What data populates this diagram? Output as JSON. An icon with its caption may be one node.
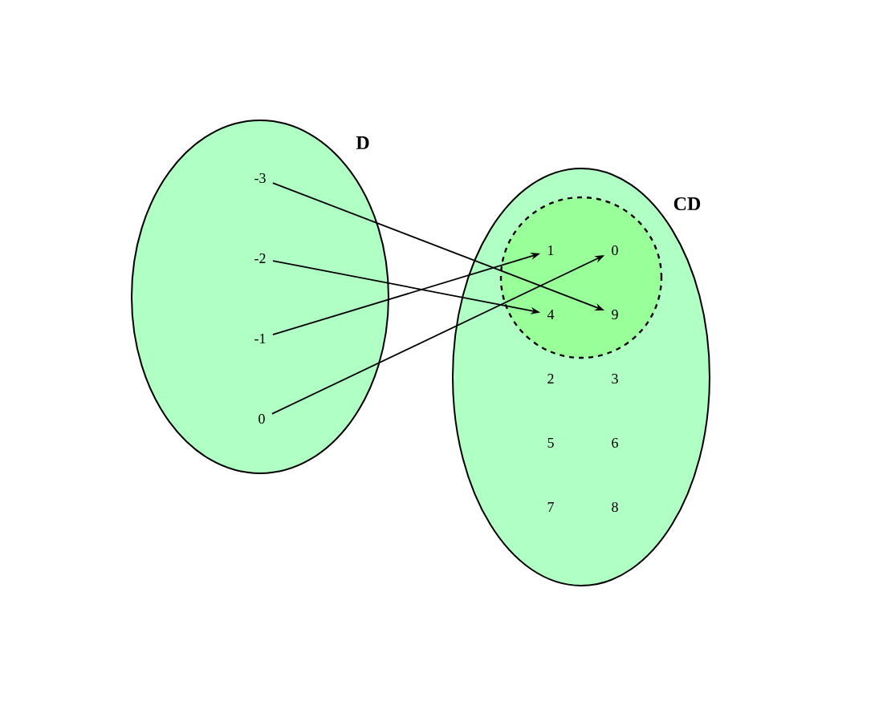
{
  "diagram": {
    "nodes": [
      {
        "text": [
          "D"
        ]
      },
      {
        "text": [
          "-3"
        ],
        "in": 0
      },
      {
        "text": [
          "-2"
        ],
        "in": 0
      },
      {
        "text": [
          "-1"
        ],
        "in": 0
      },
      {
        "text": [
          "0"
        ],
        "in": 0
      },
      {
        "text": [
          "CD"
        ]
      },
      {
        "text": [],
        "shape": "circle",
        "in": 5
      },
      {
        "text": [
          "1"
        ],
        "in": 6
      },
      {
        "text": [
          "0"
        ],
        "in": 6
      },
      {
        "text": [
          "4"
        ],
        "in": 6
      },
      {
        "text": [
          "9"
        ],
        "in": 6
      }
    ],
    "edges": [
      {
        "from": 1,
        "to": 10,
        "arrow": "to"
      },
      {
        "from": 2,
        "to": 9,
        "arrow": "to"
      },
      {
        "from": 3,
        "to": 7,
        "arrow": "to"
      },
      {
        "from": 4,
        "to": 8,
        "arrow": "to"
      }
    ],
    "labels": [
      "2",
      "3",
      "5",
      "6",
      "7",
      "8"
    ]
  }
}
